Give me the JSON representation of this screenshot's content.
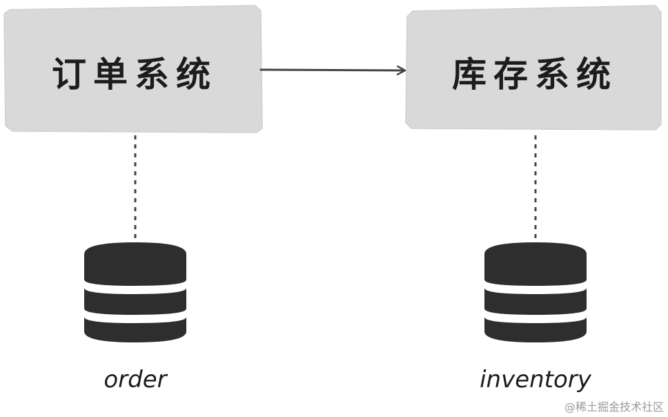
{
  "nodes": {
    "order_system": {
      "label": "订单系统"
    },
    "inventory_system": {
      "label": "库存系统"
    }
  },
  "databases": {
    "order_db": {
      "label": "order"
    },
    "inventory_db": {
      "label": "inventory"
    }
  },
  "edges": [
    {
      "from": "order_system",
      "to": "inventory_system",
      "style": "solid-arrow"
    },
    {
      "from": "order_system",
      "to": "order_db",
      "style": "dashed"
    },
    {
      "from": "inventory_system",
      "to": "inventory_db",
      "style": "dashed"
    }
  ],
  "colors": {
    "box_fill": "#d9d9d9",
    "line": "#333333",
    "db_fill": "#2e2e2e",
    "db_band": "#ffffff"
  },
  "watermark": "@稀土掘金技术社区"
}
